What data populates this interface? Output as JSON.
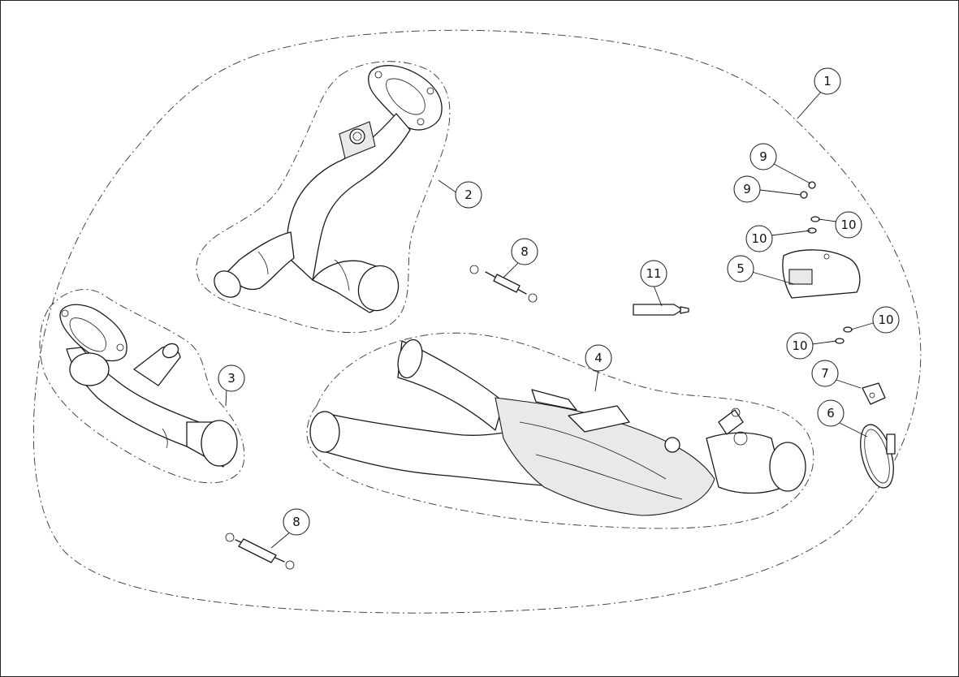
{
  "callouts": [
    {
      "id": "c1",
      "label": "1"
    },
    {
      "id": "c2",
      "label": "2"
    },
    {
      "id": "c3",
      "label": "3"
    },
    {
      "id": "c4",
      "label": "4"
    },
    {
      "id": "c5",
      "label": "5"
    },
    {
      "id": "c6",
      "label": "6"
    },
    {
      "id": "c7",
      "label": "7"
    },
    {
      "id": "c8a",
      "label": "8"
    },
    {
      "id": "c8b",
      "label": "8"
    },
    {
      "id": "c9a",
      "label": "9"
    },
    {
      "id": "c9b",
      "label": "9"
    },
    {
      "id": "c10a",
      "label": "10"
    },
    {
      "id": "c10b",
      "label": "10"
    },
    {
      "id": "c10c",
      "label": "10"
    },
    {
      "id": "c10d",
      "label": "10"
    },
    {
      "id": "c11",
      "label": "11"
    }
  ]
}
